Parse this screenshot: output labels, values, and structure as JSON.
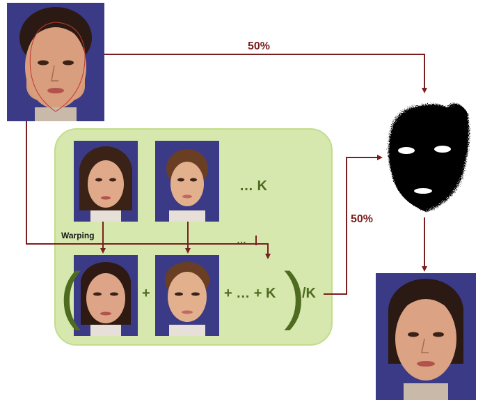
{
  "labels": {
    "top_percent": "50%",
    "side_percent": "50%",
    "k_top": "… K",
    "warping": "Warping",
    "dots_mid": "…",
    "plus_1": "+",
    "sum_tail": "+ … + K",
    "div_k": "/K",
    "open_paren": "(",
    "close_paren": ")"
  },
  "colors": {
    "arrow": "#7a1f1f",
    "box_fill": "#d6e8ae",
    "box_border": "#c3dc8c",
    "label_green": "#4e6b20",
    "photo_bg": "#3b3a86"
  },
  "icons": {
    "input_face": "face-photo-outlined",
    "mask": "face-mask",
    "output_face": "face-photo-result"
  }
}
